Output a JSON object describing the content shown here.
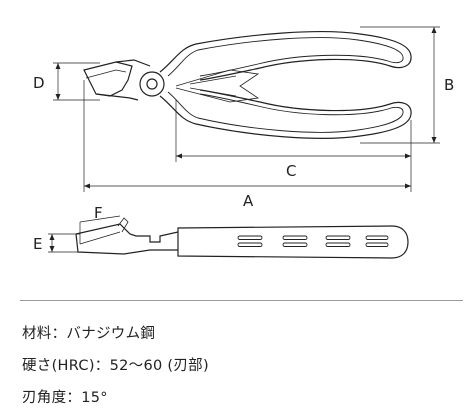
{
  "dimension_labels": {
    "A": "A",
    "B": "B",
    "C": "C",
    "D": "D",
    "E": "E",
    "F": "F"
  },
  "specs": [
    "材料：バナジウム鋼",
    "硬さ(HRC)：52〜60 (刃部)",
    "刃角度：15°"
  ]
}
